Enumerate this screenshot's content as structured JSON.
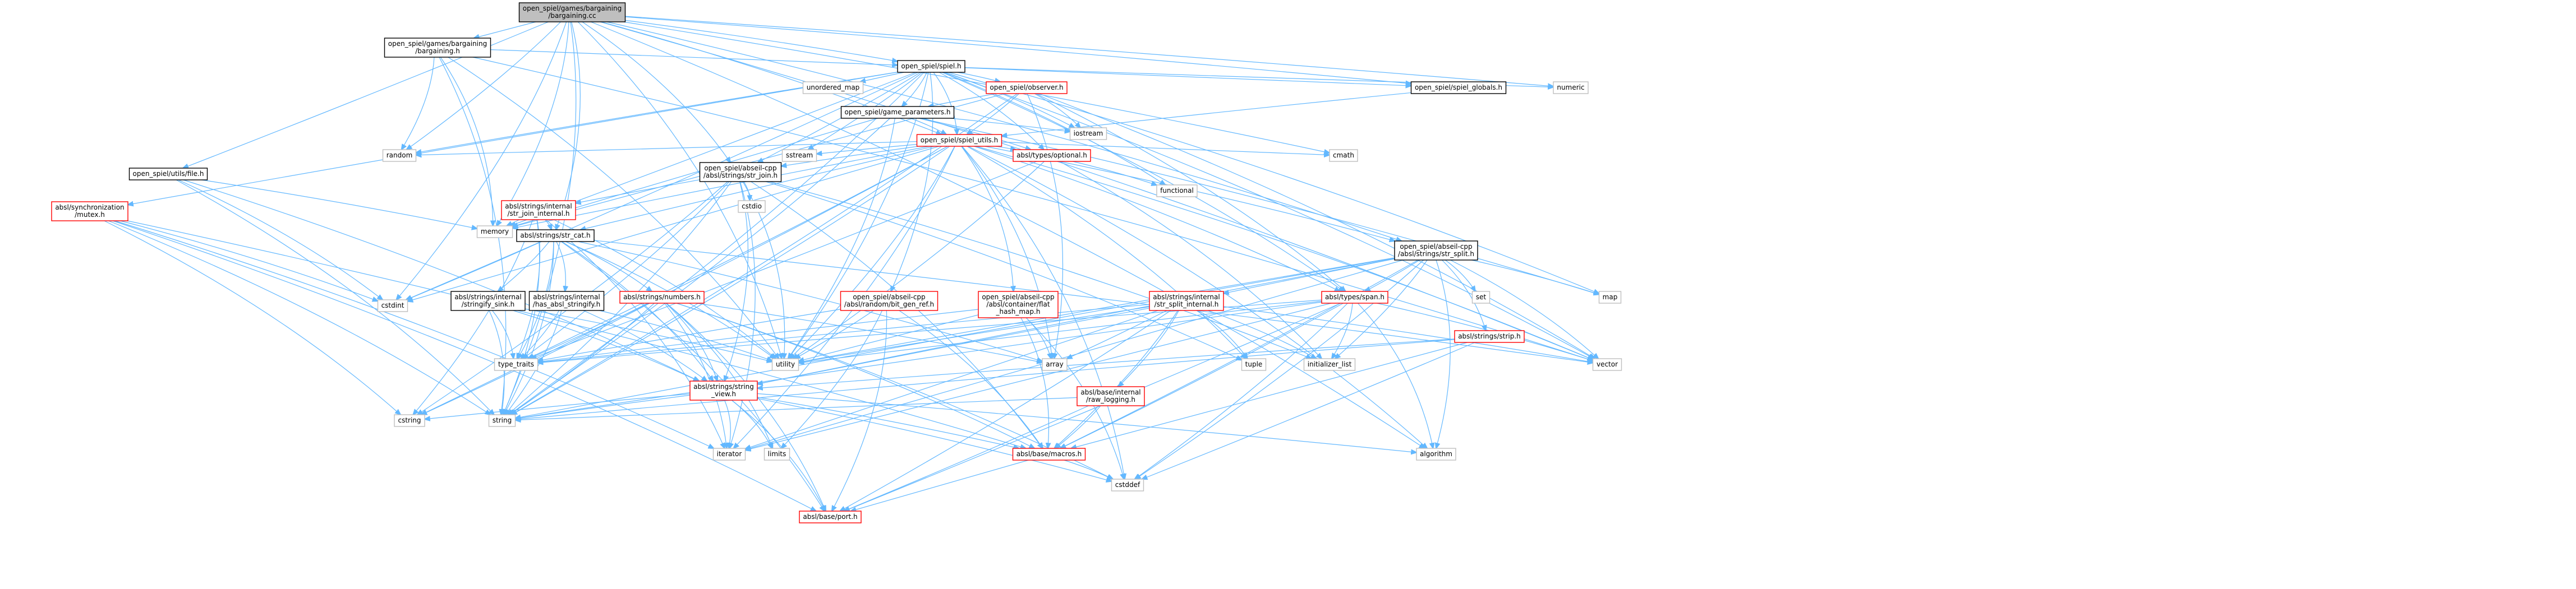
{
  "colors": {
    "root_fill": "#bfbfbf",
    "root_stroke": "#000000",
    "doc_fill": "#ffffff",
    "doc_stroke": "#000000",
    "missing_fill": "#ffffff",
    "missing_stroke": "#ff0000",
    "std_fill": "#ffffff",
    "std_stroke": "#bfbfbf",
    "edge": "#63b8ff",
    "text": "#000000"
  },
  "nodes": [
    {
      "id": "root",
      "kind": "root",
      "lines": [
        "open_spiel/games/bargaining",
        "/bargaining.cc"
      ]
    },
    {
      "id": "bargaining_h",
      "kind": "doc",
      "lines": [
        "open_spiel/games/bargaining",
        "/bargaining.h"
      ]
    },
    {
      "id": "spiel_h",
      "kind": "doc",
      "lines": [
        "open_spiel/spiel.h"
      ]
    },
    {
      "id": "spiel_globals_h",
      "kind": "doc",
      "lines": [
        "open_spiel/spiel_globals.h"
      ]
    },
    {
      "id": "observer_h",
      "kind": "missing",
      "lines": [
        "open_spiel/observer.h"
      ]
    },
    {
      "id": "game_parameters_h",
      "kind": "doc",
      "lines": [
        "open_spiel/game_parameters.h"
      ]
    },
    {
      "id": "spiel_utils_h",
      "kind": "missing",
      "lines": [
        "open_spiel/spiel_utils.h"
      ]
    },
    {
      "id": "file_h",
      "kind": "doc",
      "lines": [
        "open_spiel/utils/file.h"
      ]
    },
    {
      "id": "str_join_h",
      "kind": "doc",
      "lines": [
        "open_spiel/abseil-cpp",
        "/absl/strings/str_join.h"
      ]
    },
    {
      "id": "optional_h",
      "kind": "missing",
      "lines": [
        "absl/types/optional.h"
      ]
    },
    {
      "id": "str_split_h",
      "kind": "doc",
      "lines": [
        "open_spiel/abseil-cpp",
        "/absl/strings/str_split.h"
      ]
    },
    {
      "id": "mutex_h",
      "kind": "missing",
      "lines": [
        "absl/synchronization",
        "/mutex.h"
      ]
    },
    {
      "id": "str_join_internal_h",
      "kind": "missing",
      "lines": [
        "absl/strings/internal",
        "/str_join_internal.h"
      ]
    },
    {
      "id": "str_cat_h",
      "kind": "doc",
      "lines": [
        "absl/strings/str_cat.h"
      ]
    },
    {
      "id": "stringify_sink_h",
      "kind": "doc",
      "lines": [
        "absl/strings/internal",
        "/stringify_sink.h"
      ]
    },
    {
      "id": "has_absl_stringify_h",
      "kind": "doc",
      "lines": [
        "absl/strings/internal",
        "/has_absl_stringify.h"
      ]
    },
    {
      "id": "numbers_h",
      "kind": "missing",
      "lines": [
        "absl/strings/numbers.h"
      ]
    },
    {
      "id": "bit_gen_ref_h",
      "kind": "missing",
      "lines": [
        "open_spiel/abseil-cpp",
        "/absl/random/bit_gen_ref.h"
      ]
    },
    {
      "id": "flat_hash_map_h",
      "kind": "missing",
      "lines": [
        "open_spiel/abseil-cpp",
        "/absl/container/flat",
        "_hash_map.h"
      ]
    },
    {
      "id": "str_split_internal_h",
      "kind": "missing",
      "lines": [
        "absl/strings/internal",
        "/str_split_internal.h"
      ]
    },
    {
      "id": "span_h",
      "kind": "missing",
      "lines": [
        "absl/types/span.h"
      ]
    },
    {
      "id": "strip_h",
      "kind": "missing",
      "lines": [
        "absl/strings/strip.h"
      ]
    },
    {
      "id": "string_view_h",
      "kind": "missing",
      "lines": [
        "absl/strings/string",
        "_view.h"
      ]
    },
    {
      "id": "raw_logging_h",
      "kind": "missing",
      "lines": [
        "absl/base/internal",
        "/raw_logging.h"
      ]
    },
    {
      "id": "macros_h",
      "kind": "missing",
      "lines": [
        "absl/base/macros.h"
      ]
    },
    {
      "id": "port_h",
      "kind": "missing",
      "lines": [
        "absl/base/port.h"
      ]
    },
    {
      "id": "unordered_map",
      "kind": "std",
      "lines": [
        "unordered_map"
      ]
    },
    {
      "id": "numeric",
      "kind": "std",
      "lines": [
        "numeric"
      ]
    },
    {
      "id": "iostream",
      "kind": "std",
      "lines": [
        "iostream"
      ]
    },
    {
      "id": "random",
      "kind": "std",
      "lines": [
        "random"
      ]
    },
    {
      "id": "sstream",
      "kind": "std",
      "lines": [
        "sstream"
      ]
    },
    {
      "id": "cmath",
      "kind": "std",
      "lines": [
        "cmath"
      ]
    },
    {
      "id": "functional",
      "kind": "std",
      "lines": [
        "functional"
      ]
    },
    {
      "id": "memory",
      "kind": "std",
      "lines": [
        "memory"
      ]
    },
    {
      "id": "cstdio",
      "kind": "std",
      "lines": [
        "cstdio"
      ]
    },
    {
      "id": "cstdint",
      "kind": "std",
      "lines": [
        "cstdint"
      ]
    },
    {
      "id": "set",
      "kind": "std",
      "lines": [
        "set"
      ]
    },
    {
      "id": "map",
      "kind": "std",
      "lines": [
        "map"
      ]
    },
    {
      "id": "type_traits",
      "kind": "std",
      "lines": [
        "type_traits"
      ]
    },
    {
      "id": "utility",
      "kind": "std",
      "lines": [
        "utility"
      ]
    },
    {
      "id": "array",
      "kind": "std",
      "lines": [
        "array"
      ]
    },
    {
      "id": "tuple",
      "kind": "std",
      "lines": [
        "tuple"
      ]
    },
    {
      "id": "initializer_list",
      "kind": "std",
      "lines": [
        "initializer_list"
      ]
    },
    {
      "id": "vector",
      "kind": "std",
      "lines": [
        "vector"
      ]
    },
    {
      "id": "cstring",
      "kind": "std",
      "lines": [
        "cstring"
      ]
    },
    {
      "id": "string",
      "kind": "std",
      "lines": [
        "string"
      ]
    },
    {
      "id": "iterator",
      "kind": "std",
      "lines": [
        "iterator"
      ]
    },
    {
      "id": "limits",
      "kind": "std",
      "lines": [
        "limits"
      ]
    },
    {
      "id": "algorithm",
      "kind": "std",
      "lines": [
        "algorithm"
      ]
    },
    {
      "id": "cstddef",
      "kind": "std",
      "lines": [
        "cstddef"
      ]
    }
  ],
  "edges": [
    [
      "root",
      "bargaining_h"
    ],
    [
      "root",
      "spiel_h"
    ],
    [
      "root",
      "spiel_globals_h"
    ],
    [
      "root",
      "spiel_utils_h"
    ],
    [
      "root",
      "file_h"
    ],
    [
      "root",
      "str_join_h"
    ],
    [
      "root",
      "str_cat_h"
    ],
    [
      "root",
      "str_split_h"
    ],
    [
      "root",
      "random"
    ],
    [
      "root",
      "memory"
    ],
    [
      "root",
      "cstdint"
    ],
    [
      "root",
      "numeric"
    ],
    [
      "root",
      "cmath"
    ],
    [
      "root",
      "vector"
    ],
    [
      "root",
      "algorithm"
    ],
    [
      "root",
      "utility"
    ],
    [
      "root",
      "string"
    ],
    [
      "bargaining_h",
      "spiel_h"
    ],
    [
      "bargaining_h",
      "random"
    ],
    [
      "bargaining_h",
      "memory"
    ],
    [
      "bargaining_h",
      "string"
    ],
    [
      "bargaining_h",
      "vector"
    ],
    [
      "bargaining_h",
      "utility"
    ],
    [
      "spiel_h",
      "unordered_map"
    ],
    [
      "spiel_h",
      "observer_h"
    ],
    [
      "spiel_h",
      "game_parameters_h"
    ],
    [
      "spiel_h",
      "spiel_utils_h"
    ],
    [
      "spiel_h",
      "spiel_globals_h"
    ],
    [
      "spiel_h",
      "numeric"
    ],
    [
      "spiel_h",
      "iostream"
    ],
    [
      "spiel_h",
      "sstream"
    ],
    [
      "spiel_h",
      "functional"
    ],
    [
      "spiel_h",
      "optional_h"
    ],
    [
      "spiel_h",
      "str_join_h"
    ],
    [
      "spiel_h",
      "span_h"
    ],
    [
      "spiel_h",
      "bit_gen_ref_h"
    ],
    [
      "spiel_h",
      "mutex_h"
    ],
    [
      "spiel_h",
      "random"
    ],
    [
      "spiel_h",
      "memory"
    ],
    [
      "spiel_h",
      "string"
    ],
    [
      "spiel_h",
      "map"
    ],
    [
      "spiel_h",
      "vector"
    ],
    [
      "spiel_h",
      "utility"
    ],
    [
      "spiel_h",
      "cstdint"
    ],
    [
      "spiel_globals_h",
      "spiel_utils_h"
    ],
    [
      "observer_h",
      "game_parameters_h"
    ],
    [
      "observer_h",
      "spiel_utils_h"
    ],
    [
      "observer_h",
      "span_h"
    ],
    [
      "observer_h",
      "iostream"
    ],
    [
      "observer_h",
      "memory"
    ],
    [
      "observer_h",
      "string"
    ],
    [
      "observer_h",
      "vector"
    ],
    [
      "observer_h",
      "array"
    ],
    [
      "game_parameters_h",
      "spiel_utils_h"
    ],
    [
      "game_parameters_h",
      "optional_h"
    ],
    [
      "game_parameters_h",
      "iostream"
    ],
    [
      "game_parameters_h",
      "map"
    ],
    [
      "game_parameters_h",
      "memory"
    ],
    [
      "game_parameters_h",
      "string"
    ],
    [
      "game_parameters_h",
      "utility"
    ],
    [
      "spiel_utils_h",
      "str_join_h"
    ],
    [
      "spiel_utils_h",
      "str_split_h"
    ],
    [
      "spiel_utils_h",
      "str_cat_h"
    ],
    [
      "spiel_utils_h",
      "optional_h"
    ],
    [
      "spiel_utils_h",
      "span_h"
    ],
    [
      "spiel_utils_h",
      "flat_hash_map_h"
    ],
    [
      "spiel_utils_h",
      "random"
    ],
    [
      "spiel_utils_h",
      "sstream"
    ],
    [
      "spiel_utils_h",
      "cmath"
    ],
    [
      "spiel_utils_h",
      "memory"
    ],
    [
      "spiel_utils_h",
      "string"
    ],
    [
      "spiel_utils_h",
      "vector"
    ],
    [
      "spiel_utils_h",
      "utility"
    ],
    [
      "spiel_utils_h",
      "algorithm"
    ],
    [
      "spiel_utils_h",
      "cstdint"
    ],
    [
      "spiel_utils_h",
      "cstddef"
    ],
    [
      "spiel_utils_h",
      "cstring"
    ],
    [
      "spiel_utils_h",
      "iterator"
    ],
    [
      "spiel_utils_h",
      "type_traits"
    ],
    [
      "spiel_utils_h",
      "array"
    ],
    [
      "spiel_utils_h",
      "tuple"
    ],
    [
      "file_h",
      "memory"
    ],
    [
      "file_h",
      "cstdint"
    ],
    [
      "file_h",
      "string"
    ],
    [
      "file_h",
      "string_view_h"
    ],
    [
      "str_join_h",
      "str_join_internal_h"
    ],
    [
      "str_join_h",
      "cstdio"
    ],
    [
      "str_join_h",
      "cstring"
    ],
    [
      "str_join_h",
      "string"
    ],
    [
      "str_join_h",
      "utility"
    ],
    [
      "str_join_h",
      "type_traits"
    ],
    [
      "str_join_h",
      "tuple"
    ],
    [
      "str_join_h",
      "initializer_list"
    ],
    [
      "str_join_h",
      "iterator"
    ],
    [
      "str_join_h",
      "string_view_h"
    ],
    [
      "str_join_h",
      "macros_h"
    ],
    [
      "str_join_internal_h",
      "str_cat_h"
    ],
    [
      "str_join_internal_h",
      "memory"
    ],
    [
      "str_join_internal_h",
      "string"
    ],
    [
      "str_join_internal_h",
      "type_traits"
    ],
    [
      "str_join_internal_h",
      "utility"
    ],
    [
      "str_join_internal_h",
      "cstring"
    ],
    [
      "str_join_internal_h",
      "iterator"
    ],
    [
      "str_cat_h",
      "stringify_sink_h"
    ],
    [
      "str_cat_h",
      "has_absl_stringify_h"
    ],
    [
      "str_cat_h",
      "numbers_h"
    ],
    [
      "str_cat_h",
      "string_view_h"
    ],
    [
      "str_cat_h",
      "port_h"
    ],
    [
      "str_cat_h",
      "array"
    ],
    [
      "str_cat_h",
      "cstdint"
    ],
    [
      "str_cat_h",
      "string"
    ],
    [
      "str_cat_h",
      "type_traits"
    ],
    [
      "str_cat_h",
      "utility"
    ],
    [
      "str_cat_h",
      "vector"
    ],
    [
      "stringify_sink_h",
      "string"
    ],
    [
      "stringify_sink_h",
      "type_traits"
    ],
    [
      "stringify_sink_h",
      "utility"
    ],
    [
      "stringify_sink_h",
      "string_view_h"
    ],
    [
      "has_absl_stringify_h",
      "string"
    ],
    [
      "has_absl_stringify_h",
      "type_traits"
    ],
    [
      "has_absl_stringify_h",
      "utility"
    ],
    [
      "has_absl_stringify_h",
      "string_view_h"
    ],
    [
      "numbers_h",
      "string_view_h"
    ],
    [
      "numbers_h",
      "macros_h"
    ],
    [
      "numbers_h",
      "port_h"
    ],
    [
      "numbers_h",
      "array"
    ],
    [
      "numbers_h",
      "cstddef"
    ],
    [
      "numbers_h",
      "cstring"
    ],
    [
      "numbers_h",
      "limits"
    ],
    [
      "numbers_h",
      "string"
    ],
    [
      "numbers_h",
      "type_traits"
    ],
    [
      "numbers_h",
      "iterator"
    ],
    [
      "bit_gen_ref_h",
      "type_traits"
    ],
    [
      "bit_gen_ref_h",
      "utility"
    ],
    [
      "bit_gen_ref_h",
      "limits"
    ],
    [
      "bit_gen_ref_h",
      "macros_h"
    ],
    [
      "bit_gen_ref_h",
      "port_h"
    ],
    [
      "flat_hash_map_h",
      "type_traits"
    ],
    [
      "flat_hash_map_h",
      "utility"
    ],
    [
      "flat_hash_map_h",
      "cstddef"
    ],
    [
      "flat_hash_map_h",
      "macros_h"
    ],
    [
      "flat_hash_map_h",
      "array"
    ],
    [
      "optional_h",
      "functional"
    ],
    [
      "optional_h",
      "initializer_list"
    ],
    [
      "optional_h",
      "type_traits"
    ],
    [
      "optional_h",
      "utility"
    ],
    [
      "str_split_h",
      "str_split_internal_h"
    ],
    [
      "str_split_h",
      "strip_h"
    ],
    [
      "str_split_h",
      "span_h"
    ],
    [
      "str_split_h",
      "set"
    ],
    [
      "str_split_h",
      "map"
    ],
    [
      "str_split_h",
      "vector"
    ],
    [
      "str_split_h",
      "algorithm"
    ],
    [
      "str_split_h",
      "cstddef"
    ],
    [
      "str_split_h",
      "string"
    ],
    [
      "str_split_h",
      "utility"
    ],
    [
      "str_split_h",
      "initializer_list"
    ],
    [
      "str_split_h",
      "iterator"
    ],
    [
      "str_split_h",
      "macros_h"
    ],
    [
      "str_split_h",
      "string_view_h"
    ],
    [
      "str_split_internal_h",
      "raw_logging_h"
    ],
    [
      "str_split_internal_h",
      "macros_h"
    ],
    [
      "str_split_internal_h",
      "port_h"
    ],
    [
      "str_split_internal_h",
      "array"
    ],
    [
      "str_split_internal_h",
      "initializer_list"
    ],
    [
      "str_split_internal_h",
      "iterator"
    ],
    [
      "str_split_internal_h",
      "tuple"
    ],
    [
      "str_split_internal_h",
      "type_traits"
    ],
    [
      "str_split_internal_h",
      "utility"
    ],
    [
      "str_split_internal_h",
      "vector"
    ],
    [
      "str_split_internal_h",
      "string_view_h"
    ],
    [
      "span_h",
      "algorithm"
    ],
    [
      "span_h",
      "cstddef"
    ],
    [
      "span_h",
      "initializer_list"
    ],
    [
      "span_h",
      "iterator"
    ],
    [
      "span_h",
      "type_traits"
    ],
    [
      "span_h",
      "utility"
    ],
    [
      "span_h",
      "macros_h"
    ],
    [
      "span_h",
      "port_h"
    ],
    [
      "span_h",
      "string"
    ],
    [
      "span_h",
      "vector"
    ],
    [
      "strip_h",
      "cstddef"
    ],
    [
      "strip_h",
      "string"
    ],
    [
      "strip_h",
      "macros_h"
    ],
    [
      "strip_h",
      "string_view_h"
    ],
    [
      "mutex_h",
      "cstdint"
    ],
    [
      "mutex_h",
      "cstring"
    ],
    [
      "mutex_h",
      "string"
    ],
    [
      "mutex_h",
      "iterator"
    ],
    [
      "mutex_h",
      "port_h"
    ],
    [
      "mutex_h",
      "macros_h"
    ],
    [
      "string_view_h",
      "algorithm"
    ],
    [
      "string_view_h",
      "cstddef"
    ],
    [
      "string_view_h",
      "cstring"
    ],
    [
      "string_view_h",
      "iterator"
    ],
    [
      "string_view_h",
      "limits"
    ],
    [
      "string_view_h",
      "string"
    ],
    [
      "string_view_h",
      "macros_h"
    ],
    [
      "string_view_h",
      "port_h"
    ],
    [
      "raw_logging_h",
      "string"
    ],
    [
      "raw_logging_h",
      "macros_h"
    ],
    [
      "raw_logging_h",
      "port_h"
    ],
    [
      "macros_h",
      "cstddef"
    ],
    [
      "macros_h",
      "port_h"
    ]
  ]
}
